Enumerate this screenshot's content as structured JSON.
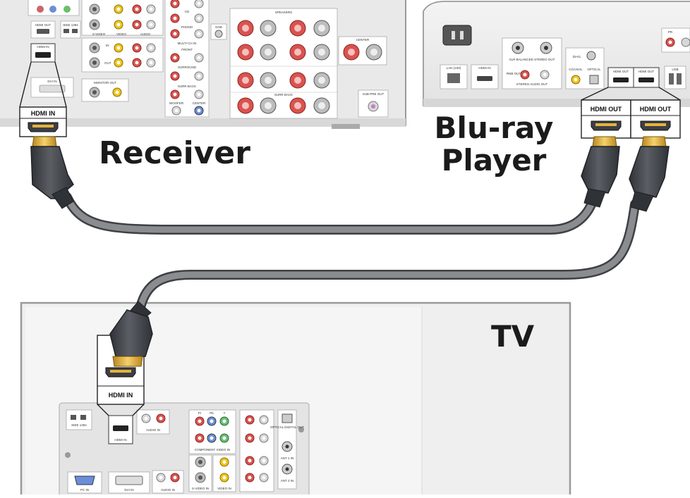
{
  "labels": {
    "receiver": "Receiver",
    "bluray_line1": "Blu-ray",
    "bluray_line2": "Player",
    "tv": "TV"
  },
  "ports": {
    "receiver_hdmi_in": "HDMI  IN",
    "bluray_hdmi_out_1": "HDMI OUT",
    "bluray_hdmi_out_2": "HDMI OUT",
    "tv_hdmi_in": "HDMI  IN"
  },
  "receiver_panel": {
    "hdmi_out": "HDMI OUT",
    "ieee1394": "IEEE 1394",
    "hdmi_in_small": "HDMI IN",
    "dvi_in": "DVI IN",
    "svideo": "S-VIDEO",
    "video": "VIDEO",
    "audio": "AUDIO",
    "monitor_out": "MONITOR OUT",
    "multi_ch_in": "MULTI CH IN",
    "phono": "PHONO",
    "front": "FRONT",
    "surround": "SURROUND",
    "surr_back": "SURR BACK",
    "woofer": "WOOFER",
    "center": "CENTER",
    "speakers": "SPEAKERS",
    "surround_back": "SURR BACK",
    "sub_pre_out": "SUB PRE OUT",
    "gnd": "GND",
    "out": "OUT",
    "in": "IN",
    "cd": "CD"
  },
  "bluray_panel": {
    "lan": "LAN (100)",
    "hdmi_in": "HDMI IN",
    "balanced_out": "XLR BALANCED STEREO OUT",
    "stereo_audio_out": "STEREO AUDIO OUT",
    "rnb_out": "RNB OUT",
    "diag": "DIAG.",
    "coaxial": "COAXIAL",
    "optical": "OPTICAL",
    "hdmi_out_small_1": "HDMI OUT",
    "hdmi_out_small_2": "HDMI OUT",
    "usb": "USB",
    "pr": "PR"
  },
  "tv_panel": {
    "ieee1394": "IEEE 1394",
    "hdmi_in_small": "HDMI IN",
    "audio_in": "AUDIO IN",
    "component_video_in": "COMPONENT VIDEO IN",
    "optical_digital_out": "OPTICAL DIGITAL OUT",
    "ant1_in": "ANT 1 IN",
    "ant2_in": "ANT 2 IN",
    "pc_in": "PC IN",
    "dvi_in": "DVI IN",
    "svideo_in": "S-VIDEO IN",
    "video_in": "VIDEO IN",
    "pb": "Pb",
    "pr": "Pr",
    "y": "Y"
  },
  "colors": {
    "cable": "#6d6f72",
    "cable_edge": "#3e4043",
    "plug_body": "#4a4d52",
    "plug_gold": "#e6b23c",
    "panel": "#efefef",
    "chassis_edge": "#bdbdbd",
    "jack_red": "#d9534f",
    "jack_white": "#d8d8d8",
    "jack_yellow": "#f0c419",
    "jack_green": "#6bbf6b",
    "jack_blue": "#6a8fd8"
  }
}
